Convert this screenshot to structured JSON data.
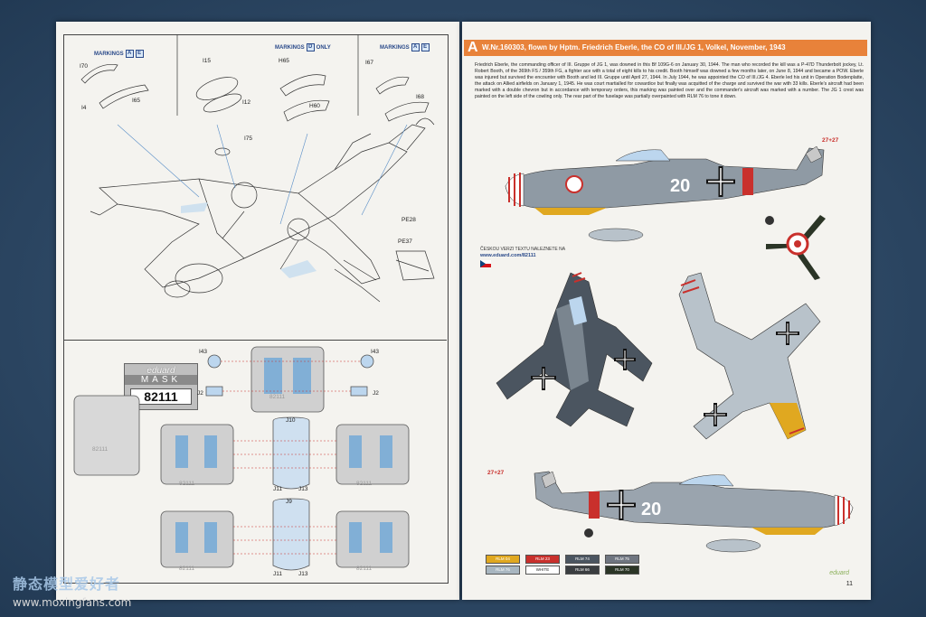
{
  "left_page": {
    "markings_label": "MARKINGS",
    "markings_ae_1": "A",
    "markings_ae_2": "E",
    "markings_d_only": "D",
    "only_label": "ONLY",
    "parts_top": [
      "I70",
      "I4",
      "I65",
      "I15",
      "I12",
      "I75",
      "H65",
      "H60",
      "I67",
      "I68"
    ],
    "parts_mid": [
      "PE28",
      "PE37"
    ],
    "mask_brand": "eduard",
    "mask_word": "MASK",
    "mask_number": "82111",
    "mask_parts": [
      "I43",
      "I43",
      "J2",
      "J2",
      "J10",
      "J11",
      "J13",
      "J9",
      "J11",
      "J13"
    ],
    "mask_stamp": "82111"
  },
  "right_page": {
    "letter": "A",
    "title": "W.Nr.160303, flown by Hptm. Friedrich Eberle, the CO of III./JG 1, Volkel, November, 1943",
    "body": "Friedrich Eberle, the commanding officer of III. Gruppe of JG 1, was downed in this Bf 109G-6 on January 30, 1944. The man who recorded the kill was a P-47D Thunderbolt jockey, Lt. Robert Booth, of the 369th FS / 359th FG, a fighter ace with a total of eight kills to his credit. Booth himself was downed a few months later, on June 8, 1944 and became a POW. Eberle was injured but survived the encounter with Booth and led III. Gruppe until April 27, 1944. In July 1944, he was appointed the CO of III./JG 4. Eberle led his unit in Operation Bodenplatte, the attack on Allied airfields on January 1, 1945. He was court martialled for cowardice but finally was acquitted of the charge and survived the war with 33 kills. Eberle's aircraft had been marked with a double chevron but in accordance with temporary orders, this marking was painted over and the commander's aircraft was marked with a number. The JG 1 crest was painted on the left side of the cowling only. The rear part of the fuselage was partially overpainted with RLM 76 to tone it down.",
    "czech_note": "ČESKOU VERZI TEXTU NALEZNETE NA",
    "czech_url": "www.eduard.com/82111",
    "aircraft_number": "20",
    "kills": "27+27",
    "legend": [
      {
        "label": "RLM 04",
        "color": "#e0a820"
      },
      {
        "label": "RLM 23",
        "color": "#c9302c"
      },
      {
        "label": "RLM 74",
        "color": "#4b5560"
      },
      {
        "label": "RLM 75",
        "color": "#6f7580"
      },
      {
        "label": "RLM 76",
        "color": "#a8b6c0"
      },
      {
        "label": "WHITE",
        "color": "#ffffff"
      },
      {
        "label": "RLM 66",
        "color": "#3a3d40"
      },
      {
        "label": "RLM 70",
        "color": "#2b3526"
      }
    ],
    "page_number": "11",
    "brand": "eduard"
  },
  "watermark": {
    "title": "静态模型爱好者",
    "url": "www.moxingfans.com"
  },
  "colors": {
    "title_bar": "#e8823a",
    "background": "#2e4a66",
    "paper": "#f4f3ef"
  }
}
